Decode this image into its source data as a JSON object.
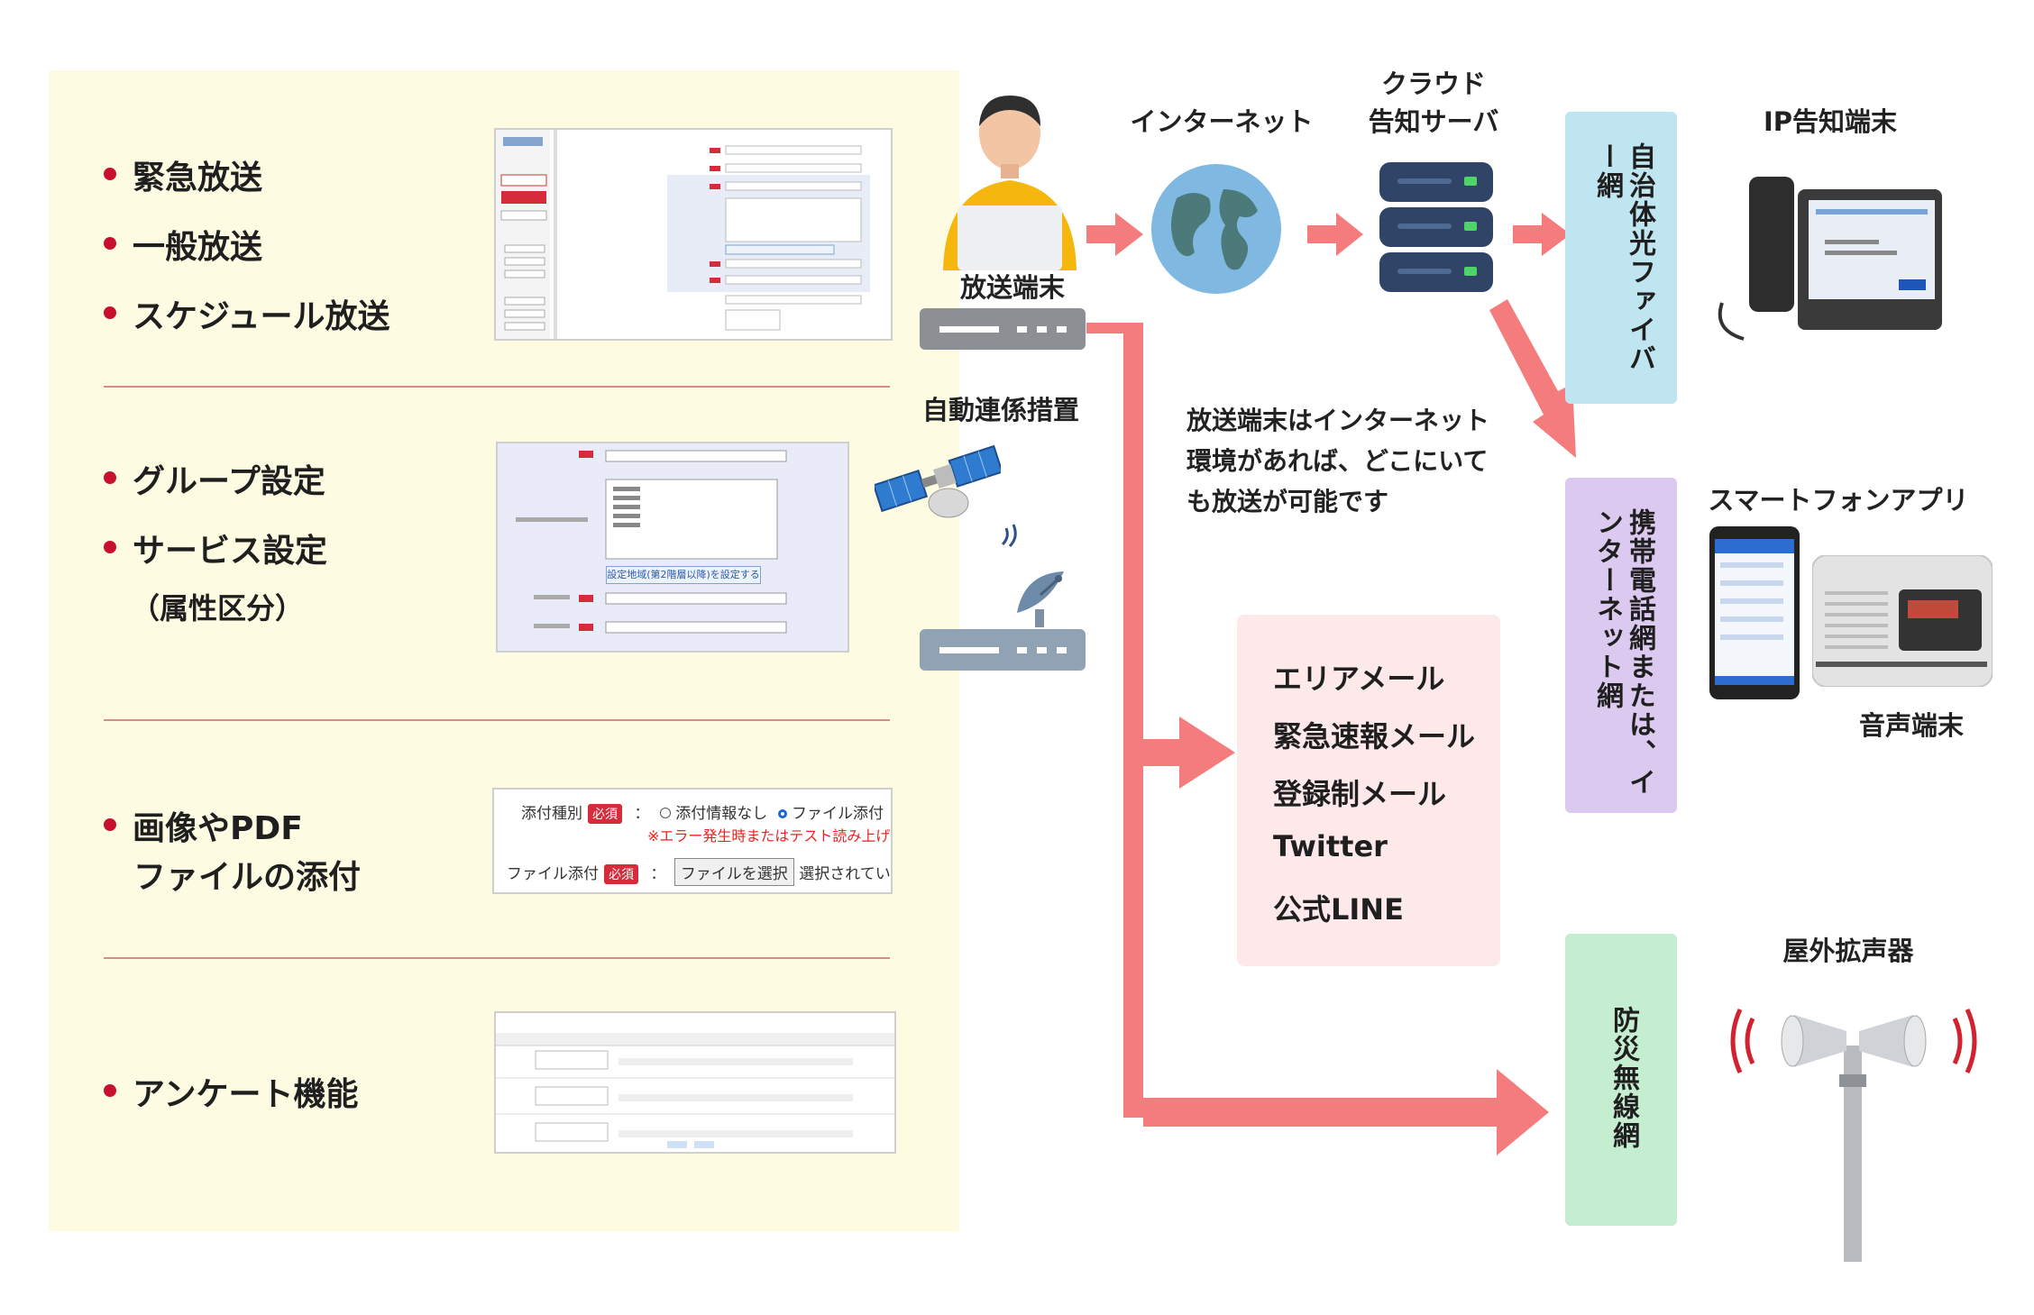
{
  "features": {
    "group1": [
      "緊急放送",
      "一般放送",
      "スケジュール放送"
    ],
    "group2": [
      "グループ設定",
      "サービス設定"
    ],
    "group2_note": "（属性区分）",
    "group3_line1": "画像やPDF",
    "group3_line2": "ファイルの添付",
    "group4": "アンケート機能"
  },
  "screenshot3": {
    "row1_label": "添付種別",
    "required": "必須",
    "option_none": "添付情報なし",
    "option_file": "ファイル添付",
    "warning": "※エラー発生時またはテスト読み上げ",
    "row2_label": "ファイル添付",
    "file_button": "ファイルを選択",
    "file_status": "選択されていません"
  },
  "screenshot2": {
    "button": "設定地域(第2階層以降)を設定する"
  },
  "nodes": {
    "terminal": "放送端末",
    "auto_link": "自動連係措置",
    "internet": "インターネット",
    "cloud_line1": "クラウド",
    "cloud_line2": "告知サーバ",
    "ip_terminal": "IP告知端末",
    "smartphone_app": "スマートフォンアプリ",
    "voice_terminal": "音声端末",
    "speaker": "屋外拡声器"
  },
  "note_lines": [
    "放送端末はインターネット",
    "環境があれば、どこにいて",
    "も放送が可能です"
  ],
  "networks": {
    "fiber": "自治体光ファイバー網",
    "mobile": "携帯電話網または、インターネット網",
    "disaster": "防災無線網"
  },
  "media": [
    "エリアメール",
    "緊急速報メール",
    "登録制メール",
    "Twitter",
    "公式LINE"
  ],
  "colors": {
    "panel": "#fdfce3",
    "accent_red": "#c8102e",
    "arrow": "#f47c7c",
    "fiber_box": "#bfe6f0",
    "mobile_box": "#dcc9ef",
    "disaster_box": "#c5edcf",
    "media_box": "#fde9e9"
  }
}
